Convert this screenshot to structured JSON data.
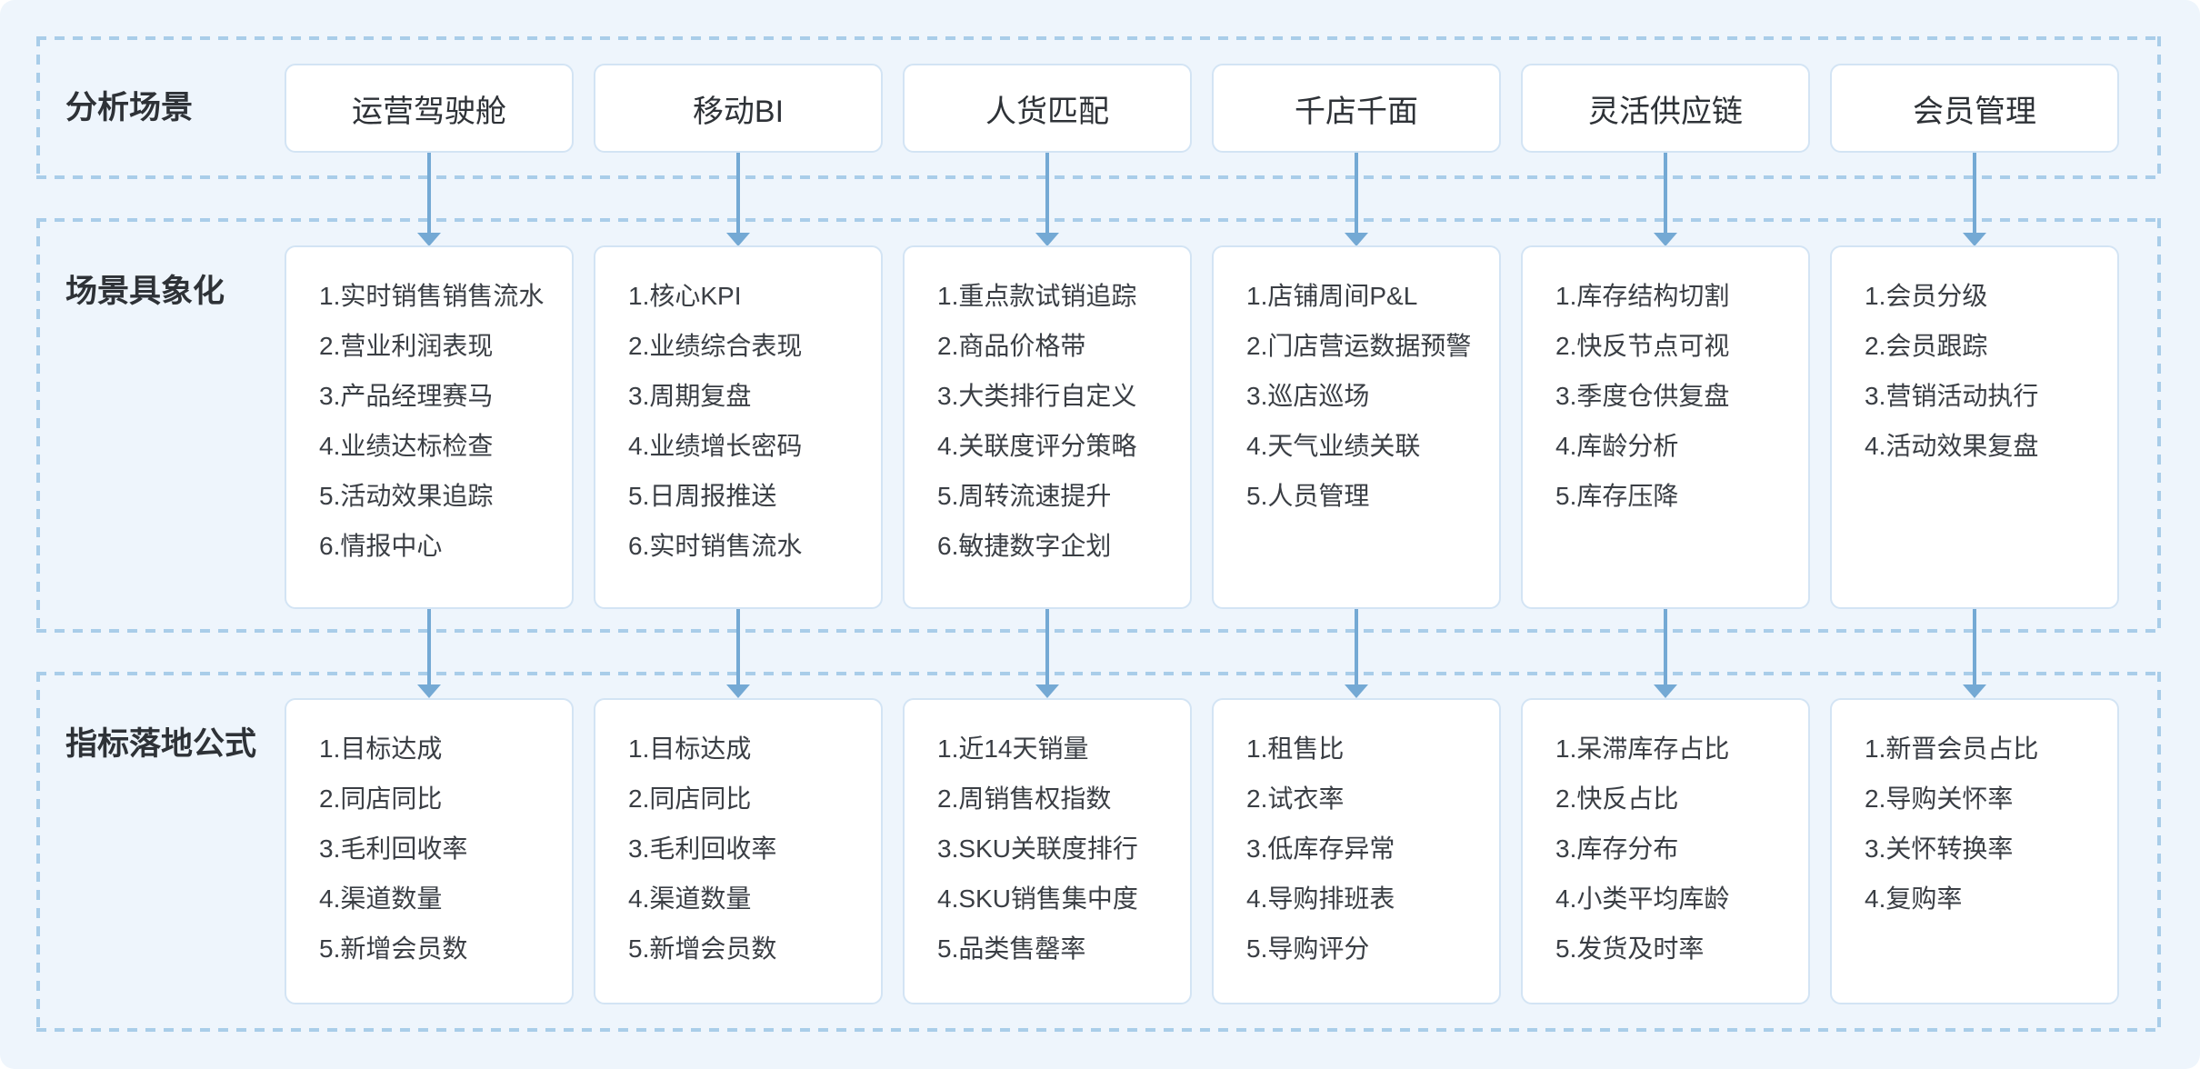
{
  "theme": {
    "canvas_background": "#EEF5FC",
    "dash_border_color": "#A9CDE9",
    "box_border_color": "#D3E4F4",
    "box_background": "#FFFFFF",
    "arrow_color": "#74A9D4",
    "text_color": "#2E3237",
    "list_text_color": "#3A3E44"
  },
  "rows": {
    "scenarios_label": "分析场景",
    "concrete_label": "场景具象化",
    "metrics_label": "指标落地公式"
  },
  "columns": [
    {
      "scenario": "运营驾驶舱",
      "concrete": [
        "1.实时销售销售流水",
        "2.营业利润表现",
        "3.产品经理赛马",
        "4.业绩达标检查",
        "5.活动效果追踪",
        "6.情报中心"
      ],
      "metrics": [
        "1.目标达成",
        "2.同店同比",
        "3.毛利回收率",
        "4.渠道数量",
        "5.新增会员数"
      ]
    },
    {
      "scenario": "移动BI",
      "concrete": [
        "1.核心KPI",
        "2.业绩综合表现",
        "3.周期复盘",
        "4.业绩增长密码",
        "5.日周报推送",
        "6.实时销售流水"
      ],
      "metrics": [
        "1.目标达成",
        "2.同店同比",
        "3.毛利回收率",
        "4.渠道数量",
        "5.新增会员数"
      ]
    },
    {
      "scenario": "人货匹配",
      "concrete": [
        "1.重点款试销追踪",
        "2.商品价格带",
        "3.大类排行自定义",
        "4.关联度评分策略",
        "5.周转流速提升",
        "6.敏捷数字企划"
      ],
      "metrics": [
        "1.近14天销量",
        "2.周销售权指数",
        "3.SKU关联度排行",
        "4.SKU销售集中度",
        "5.品类售罄率"
      ]
    },
    {
      "scenario": "千店千面",
      "concrete": [
        "1.店铺周间P&L",
        "2.门店营运数据预警",
        "3.巡店巡场",
        "4.天气业绩关联",
        "5.人员管理"
      ],
      "metrics": [
        "1.租售比",
        "2.试衣率",
        "3.低库存异常",
        "4.导购排班表",
        "5.导购评分"
      ]
    },
    {
      "scenario": "灵活供应链",
      "concrete": [
        "1.库存结构切割",
        "2.快反节点可视",
        "3.季度仓供复盘",
        "4.库龄分析",
        "5.库存压降"
      ],
      "metrics": [
        "1.呆滞库存占比",
        "2.快反占比",
        "3.库存分布",
        "4.小类平均库龄",
        "5.发货及时率"
      ]
    },
    {
      "scenario": "会员管理",
      "concrete": [
        "1.会员分级",
        "2.会员跟踪",
        "3.营销活动执行",
        "4.活动效果复盘"
      ],
      "metrics": [
        "1.新晋会员占比",
        "2.导购关怀率",
        "3.关怀转换率",
        "4.复购率"
      ]
    }
  ]
}
